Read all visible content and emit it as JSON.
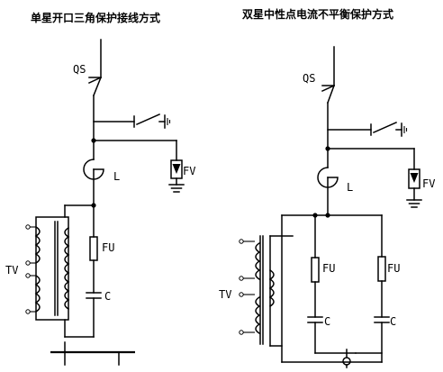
{
  "titles": {
    "left": "单星开口三角保护接线方式",
    "right": "双星中性点电流不平衡保护方式"
  },
  "labels": {
    "qs": "QS",
    "fv": "FV",
    "l": "L",
    "tv": "TV",
    "fu": "FU",
    "c": "C"
  }
}
